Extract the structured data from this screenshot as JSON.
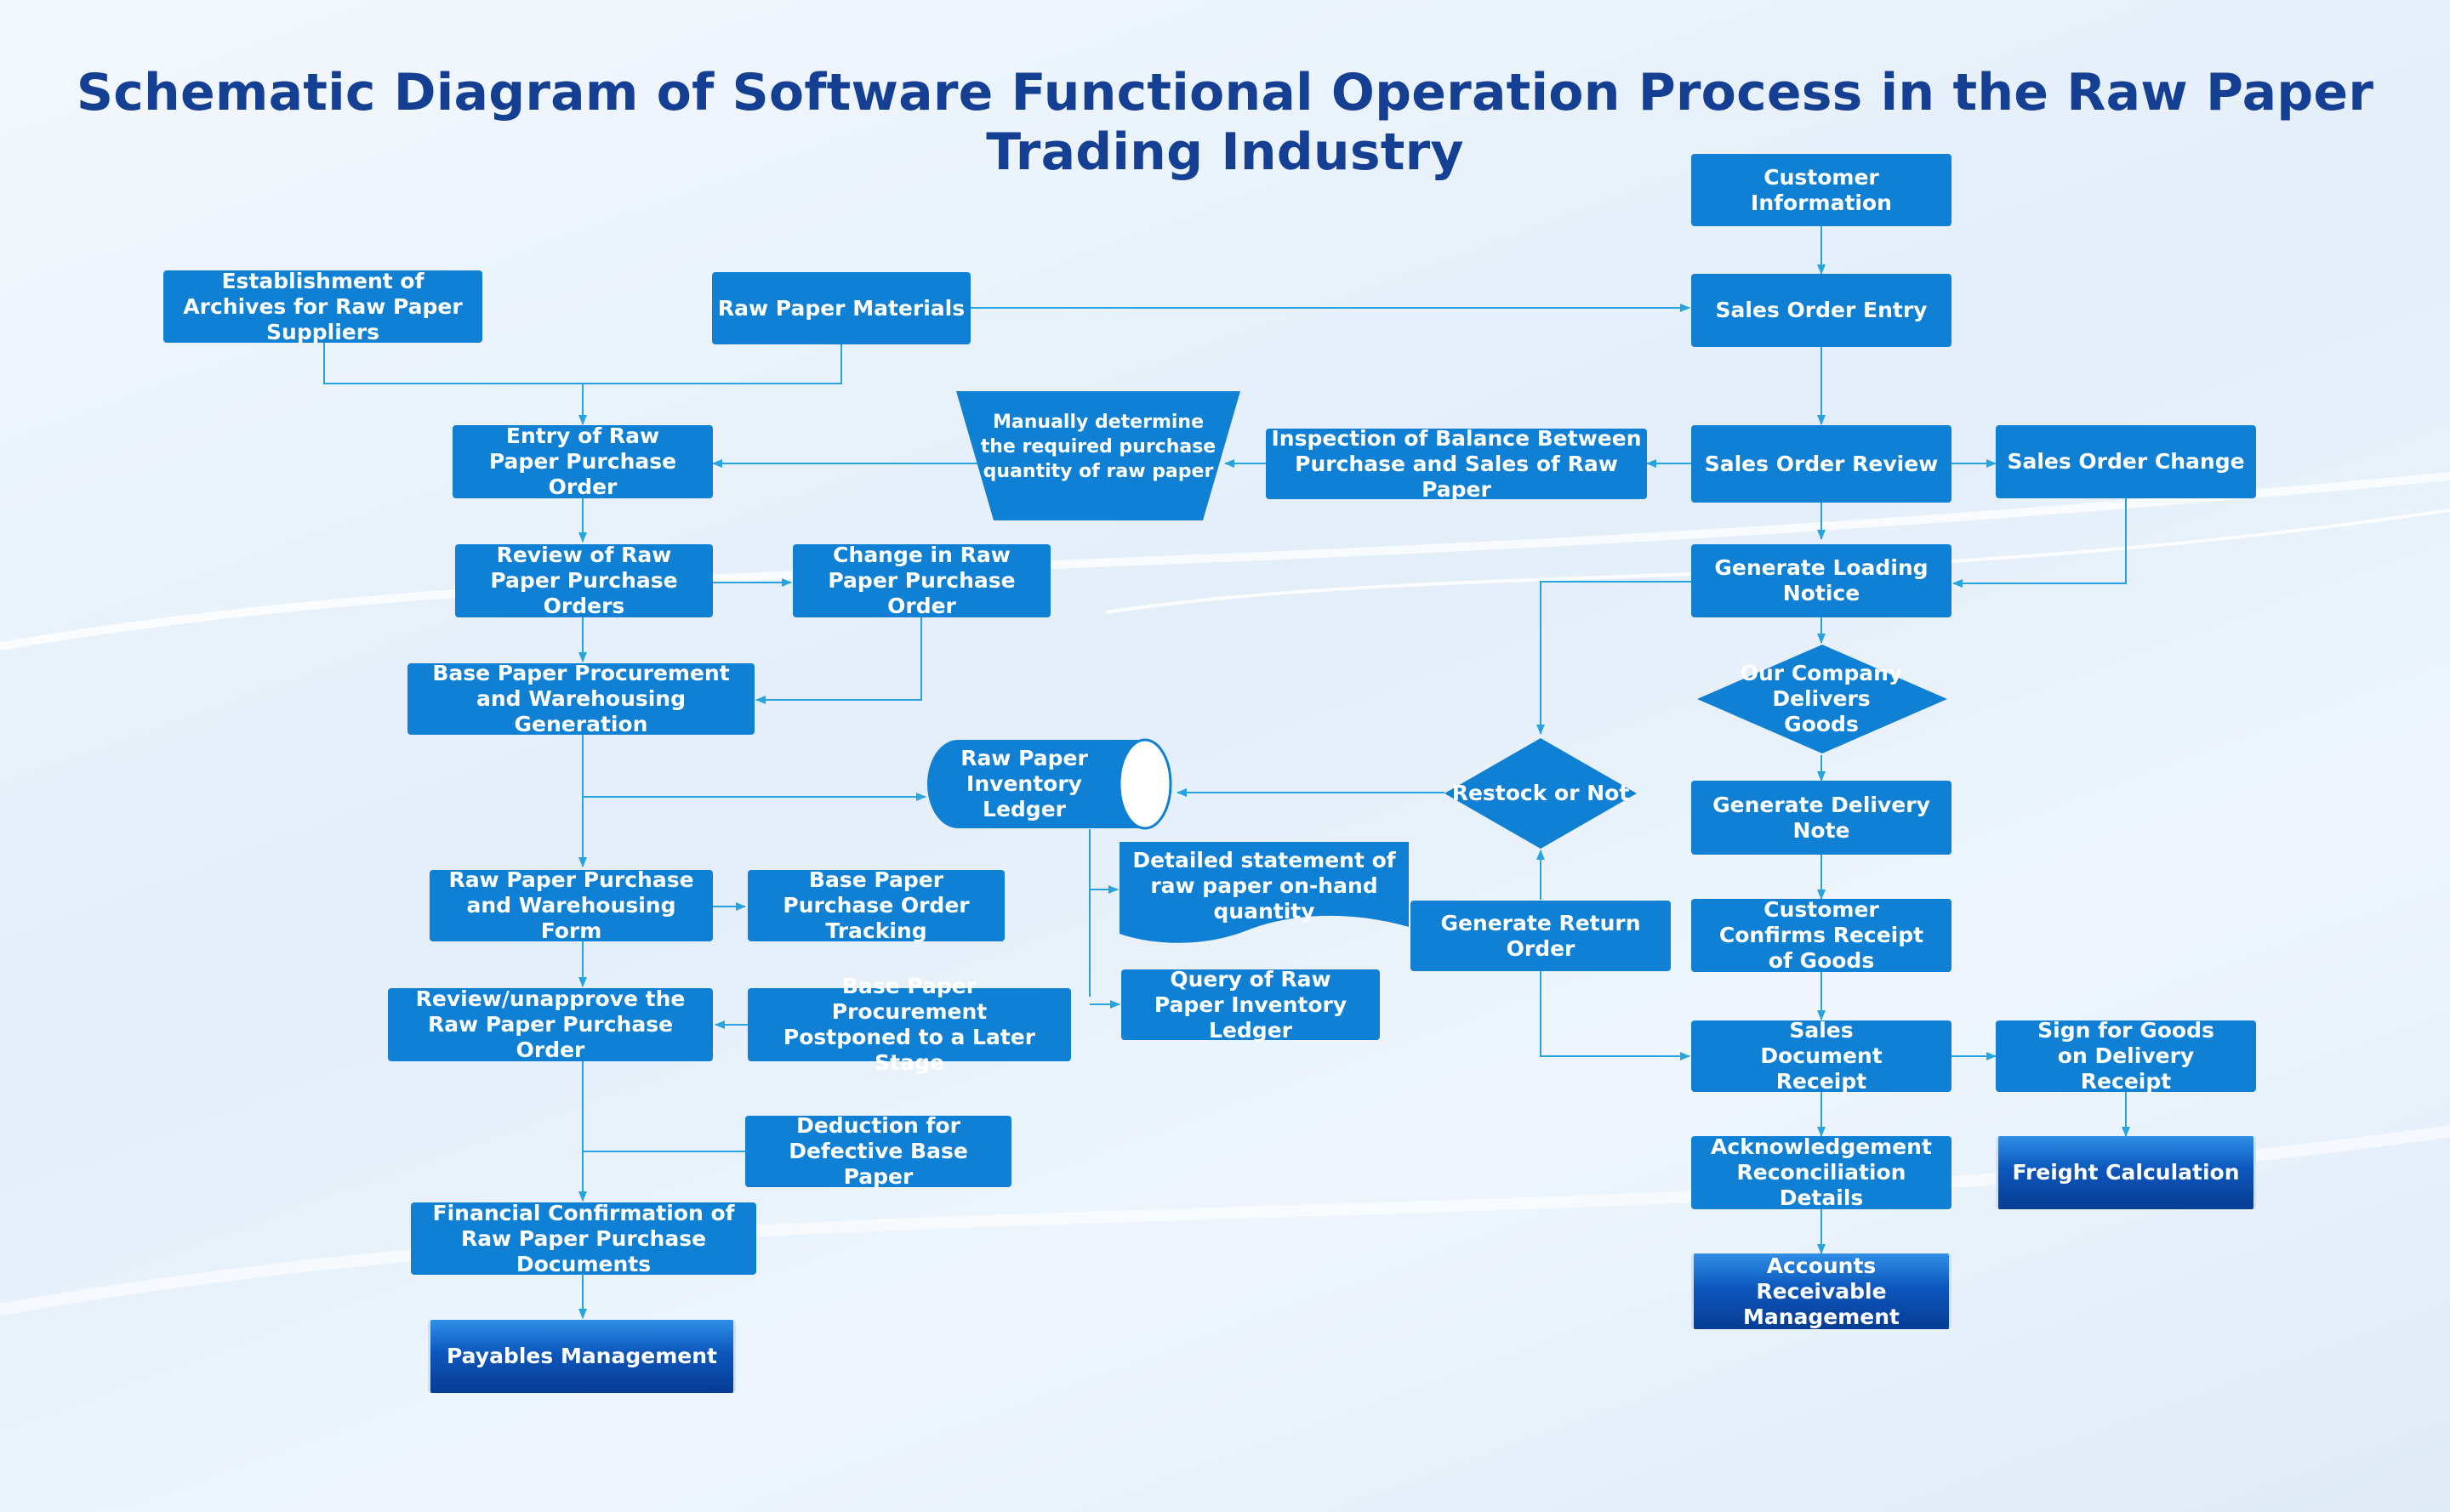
{
  "title": "Schematic Diagram of Software Functional Operation Process in the Raw Paper Trading Industry",
  "colors": {
    "node": "#0f80d4",
    "node_dark": "#0a4fb0",
    "edge": "#27a4e0",
    "title": "#153f93"
  },
  "nodes": {
    "customer_information": "Customer Information",
    "sales_order_entry": "Sales Order Entry",
    "sales_order_review": "Sales Order Review",
    "sales_order_change": "Sales Order Change",
    "generate_loading_notice": "Generate Loading Notice",
    "our_company_delivers_goods": "Our Company Delivers Goods",
    "generate_delivery_note": "Generate Delivery Note",
    "customer_confirms_receipt": "Customer Confirms Receipt of Goods",
    "sales_document_receipt": "Sales Document Receipt",
    "sign_for_goods": "Sign for Goods on Delivery Receipt",
    "acknowledgement_reconciliation": "Acknowledgement Reconciliation Details",
    "freight_calculation": "Freight Calculation",
    "accounts_receivable": "Accounts Receivable Management",
    "establishment_archives": "Establishment of Archives for Raw Paper Suppliers",
    "raw_paper_materials": "Raw Paper Materials",
    "entry_purchase_order": "Entry of Raw Paper Purchase Order",
    "manually_determine": "Manually determine the required purchase quantity of raw paper",
    "inspection_balance": "Inspection of Balance Between Purchase and Sales of Raw Paper",
    "review_purchase_orders": "Review of Raw Paper Purchase Orders",
    "change_purchase_order": "Change in Raw Paper Purchase Order",
    "procurement_warehousing_generation": "Base Paper Procurement and Warehousing Generation",
    "inventory_ledger": "Raw Paper Inventory Ledger",
    "restock_or_not": "Restock or Not",
    "detailed_statement": "Detailed statement of raw paper on-hand quantity",
    "generate_return_order": "Generate Return Order",
    "query_inventory_ledger": "Query of Raw Paper Inventory Ledger",
    "purchase_warehousing_form": "Raw Paper Purchase and Warehousing Form",
    "purchase_order_tracking": "Base Paper Purchase Order Tracking",
    "review_unapprove": "Review/unapprove the Raw Paper Purchase Order",
    "procurement_postponed": "Base Paper Procurement Postponed to a Later Stage",
    "deduction_defective": "Deduction for Defective Base Paper",
    "financial_confirmation": "Financial Confirmation of Raw Paper Purchase Documents",
    "payables_management": "Payables Management"
  }
}
